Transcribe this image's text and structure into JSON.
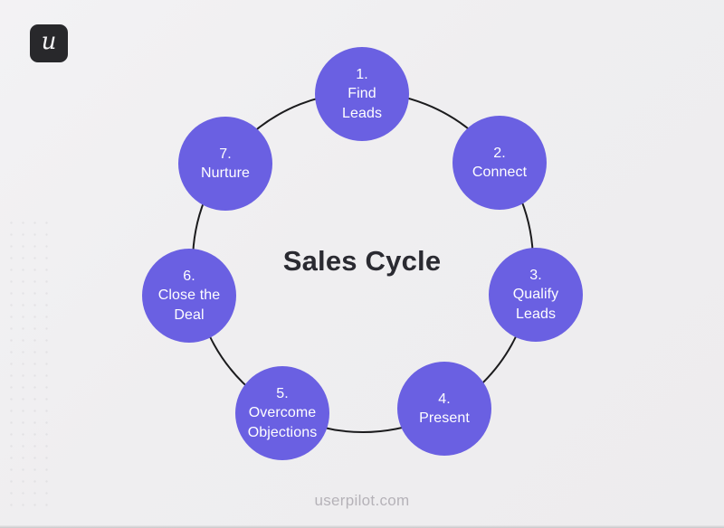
{
  "logo": {
    "letter": "u"
  },
  "diagram": {
    "title": "Sales Cycle",
    "nodes": [
      {
        "number": "1.",
        "label": "Find\nLeads"
      },
      {
        "number": "2.",
        "label": "Connect"
      },
      {
        "number": "3.",
        "label": "Qualify\nLeads"
      },
      {
        "number": "4.",
        "label": "Present"
      },
      {
        "number": "5.",
        "label": "Overcome\nObjections"
      },
      {
        "number": "6.",
        "label": "Close the\nDeal"
      },
      {
        "number": "7.",
        "label": "Nurture"
      }
    ],
    "node_color": "#6a60e2",
    "ring_color": "#1b1b1d",
    "title_color": "#2a2a31"
  },
  "footer": {
    "text": "userpilot.com"
  }
}
